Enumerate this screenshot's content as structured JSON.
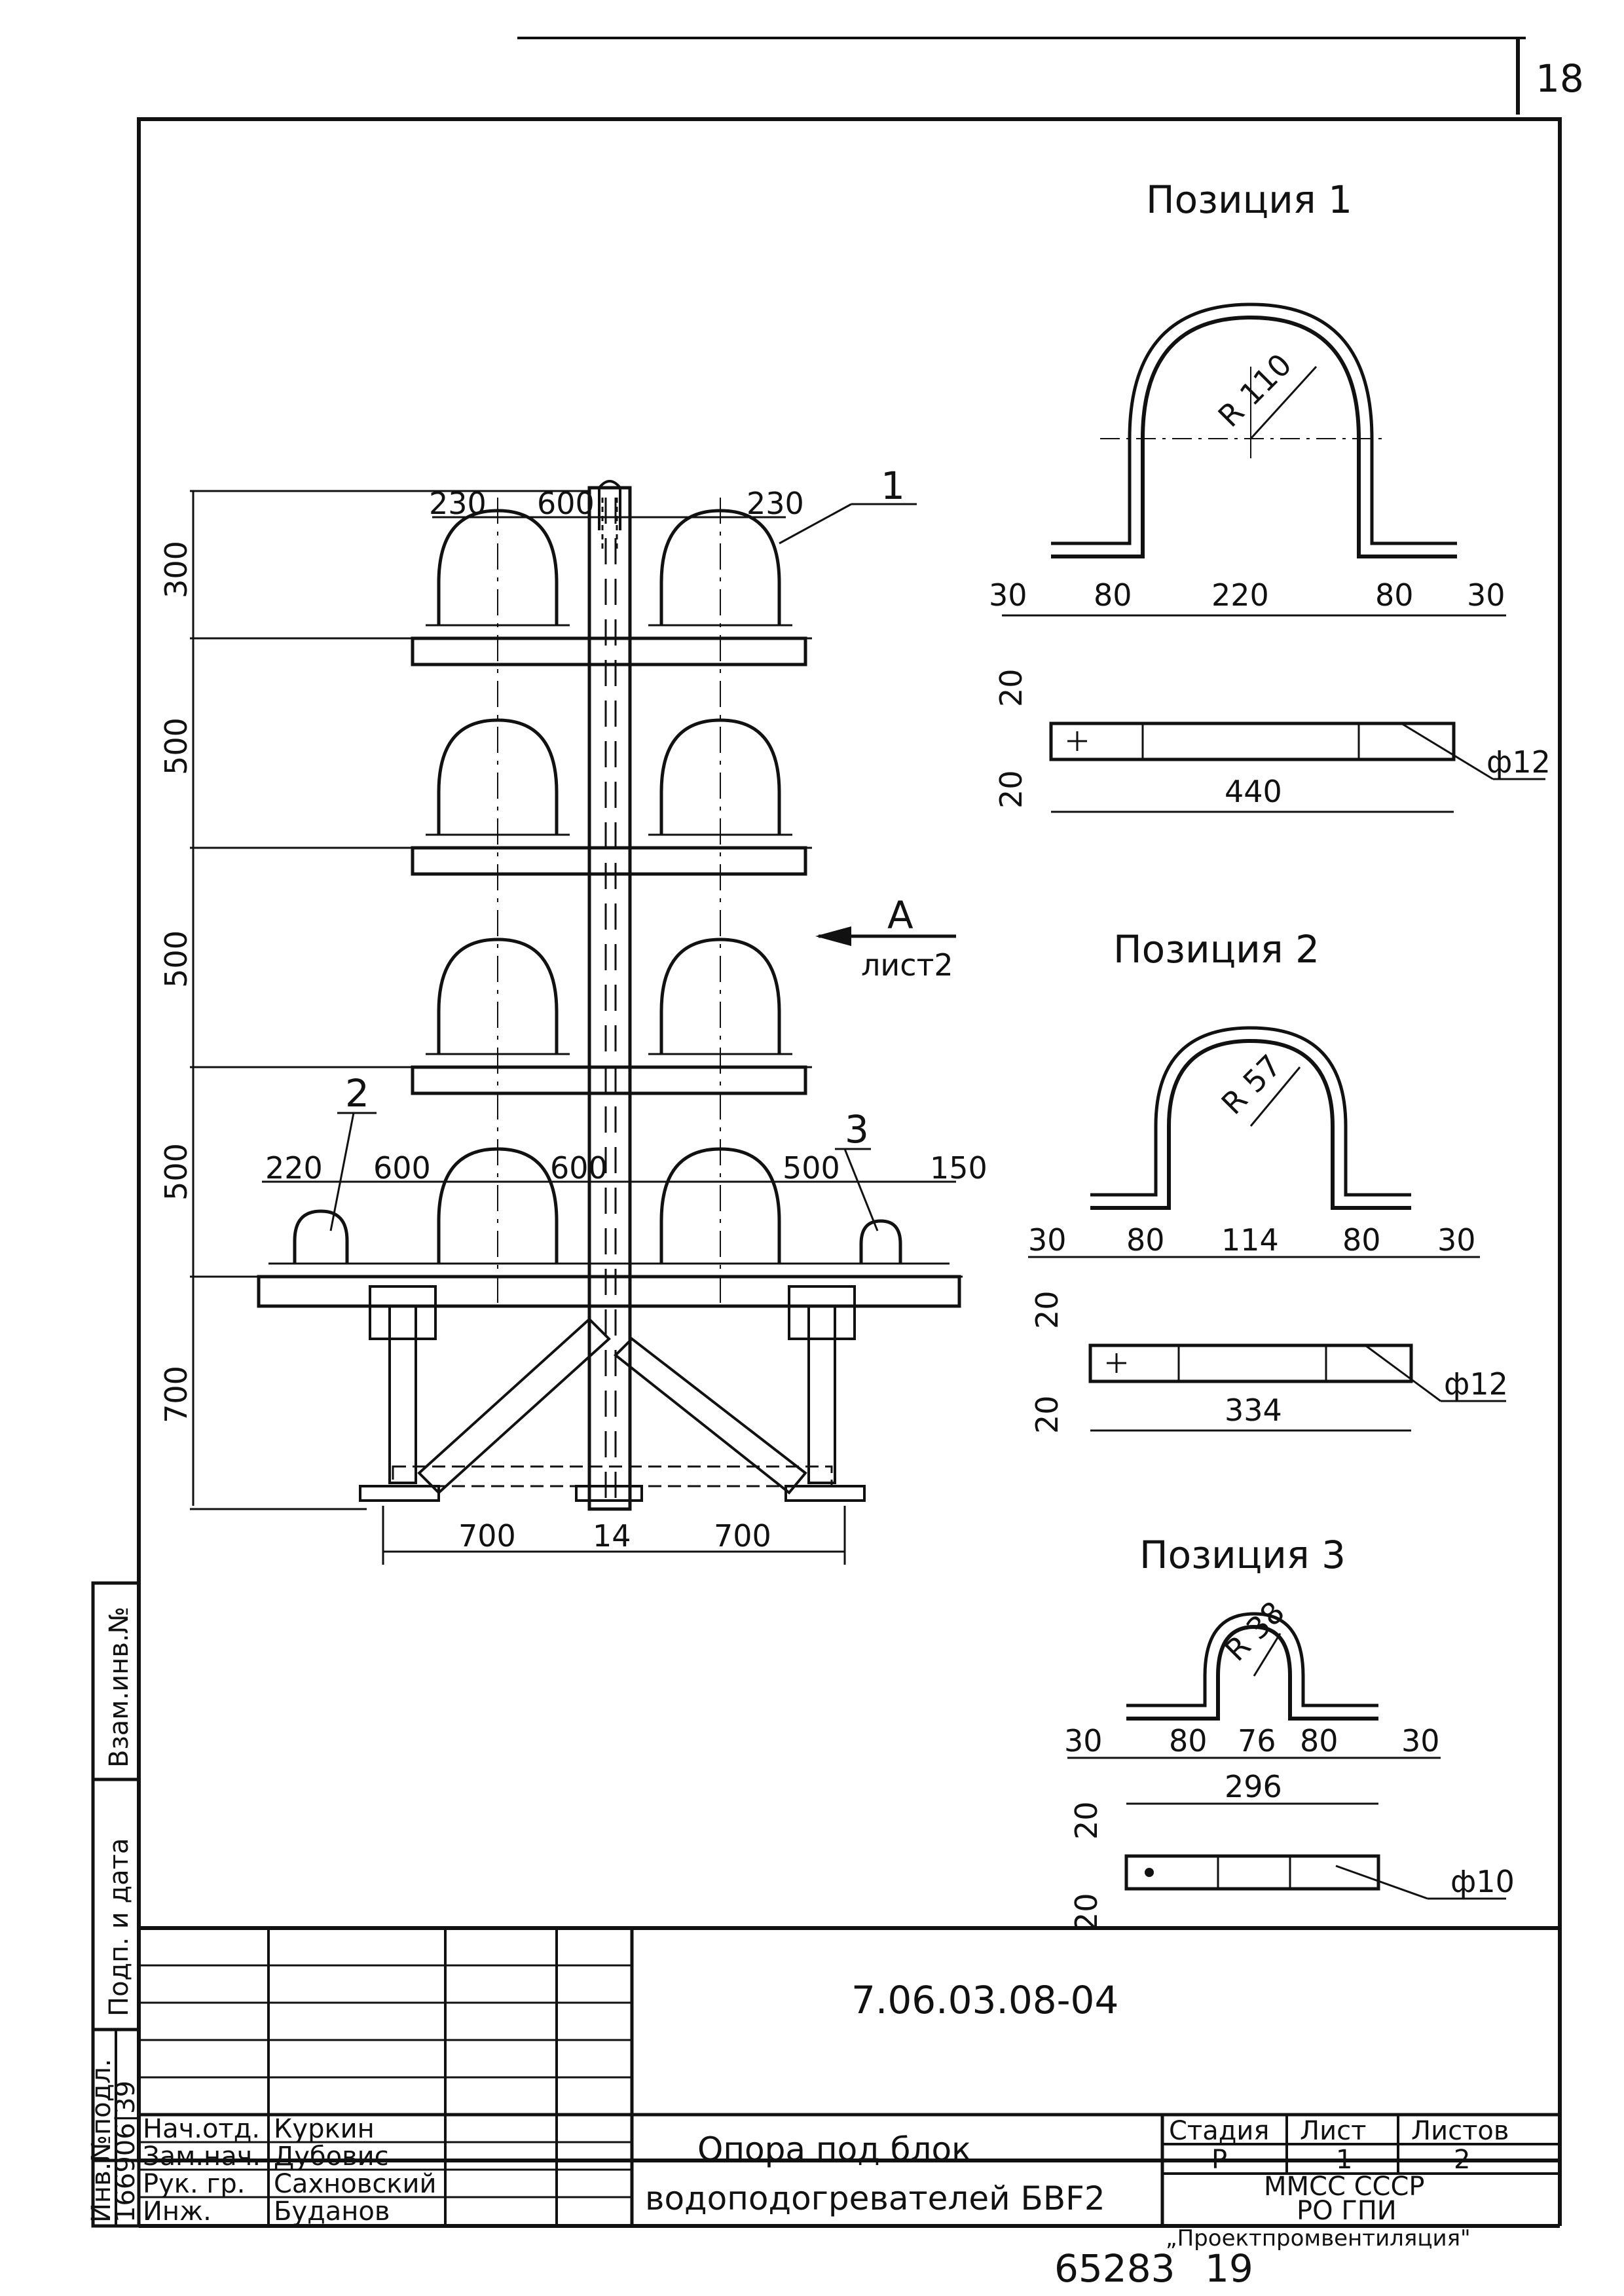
{
  "sheet_number": "18",
  "bottom_number": "65283",
  "bottom_sheet": "19",
  "main_view": {
    "level_dims": [
      "300",
      "500",
      "500",
      "500",
      "700"
    ],
    "top_dims": [
      "230",
      "600",
      "230"
    ],
    "lower_dims": [
      "220",
      "600",
      "600",
      "500",
      "150"
    ],
    "base_dims": [
      "700",
      "14",
      "700"
    ],
    "callouts": [
      "1",
      "2",
      "3"
    ],
    "view_arrow": "A",
    "view_ref": "лист2"
  },
  "positions": [
    {
      "title": "Позиция 1",
      "radius": "R 110",
      "dims": [
        "30",
        "80",
        "220",
        "80",
        "30"
      ],
      "thick": [
        "20",
        "20"
      ],
      "length": "440",
      "hole": "ф12"
    },
    {
      "title": "Позиция 2",
      "radius": "R 57",
      "dims": [
        "30",
        "80",
        "114",
        "80",
        "30"
      ],
      "thick": [
        "20",
        "20"
      ],
      "length": "334",
      "hole": "ф12"
    },
    {
      "title": "Позиция 3",
      "radius": "R 38",
      "dims": [
        "30",
        "80",
        "76",
        "80",
        "30"
      ],
      "thick": [
        "20",
        "20"
      ],
      "length": "296",
      "hole": "ф10"
    }
  ],
  "side_stamp": {
    "vzam": "Взам.инв.№",
    "podp": "Подп. и дата",
    "inv": "Инв.№подл.",
    "inv_value": "166906|39"
  },
  "title_block": {
    "doc_code": "7.06.03.08-04",
    "roles": [
      "Нач.отд.",
      "Зам.нач.",
      "Рук. гр.",
      "Инж."
    ],
    "names": [
      "Куркин",
      "Дубовис",
      "Сахновский",
      "Буданов"
    ],
    "title_line1": "Опора под  блок",
    "title_line2": "водоподогревателей БВF2",
    "stage_label": "Стадия",
    "sheet_label": "Лист",
    "sheets_label": "Листов",
    "stage": "Р",
    "sheet": "1",
    "sheets": "2",
    "org1": "ММСС СССР",
    "org2": "РО ГПИ",
    "org3": "„Проектпромвентиляция\""
  }
}
